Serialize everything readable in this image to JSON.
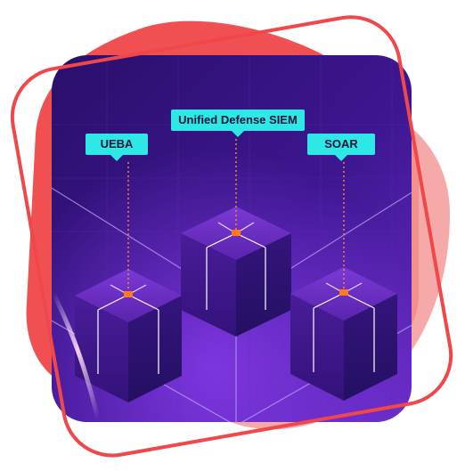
{
  "illustration": {
    "callouts": {
      "ueba": "UEBA",
      "siem": "Unified Defense SIEM",
      "soar": "SOAR"
    },
    "colors": {
      "accent_red": "#f0474a",
      "accent_pink": "#f39a9a",
      "bg_purple_dark": "#2a0f6b",
      "bg_purple_light": "#6a2cc8",
      "callout_cyan": "#2ee8e8",
      "node_orange": "#ff7a1a"
    }
  }
}
